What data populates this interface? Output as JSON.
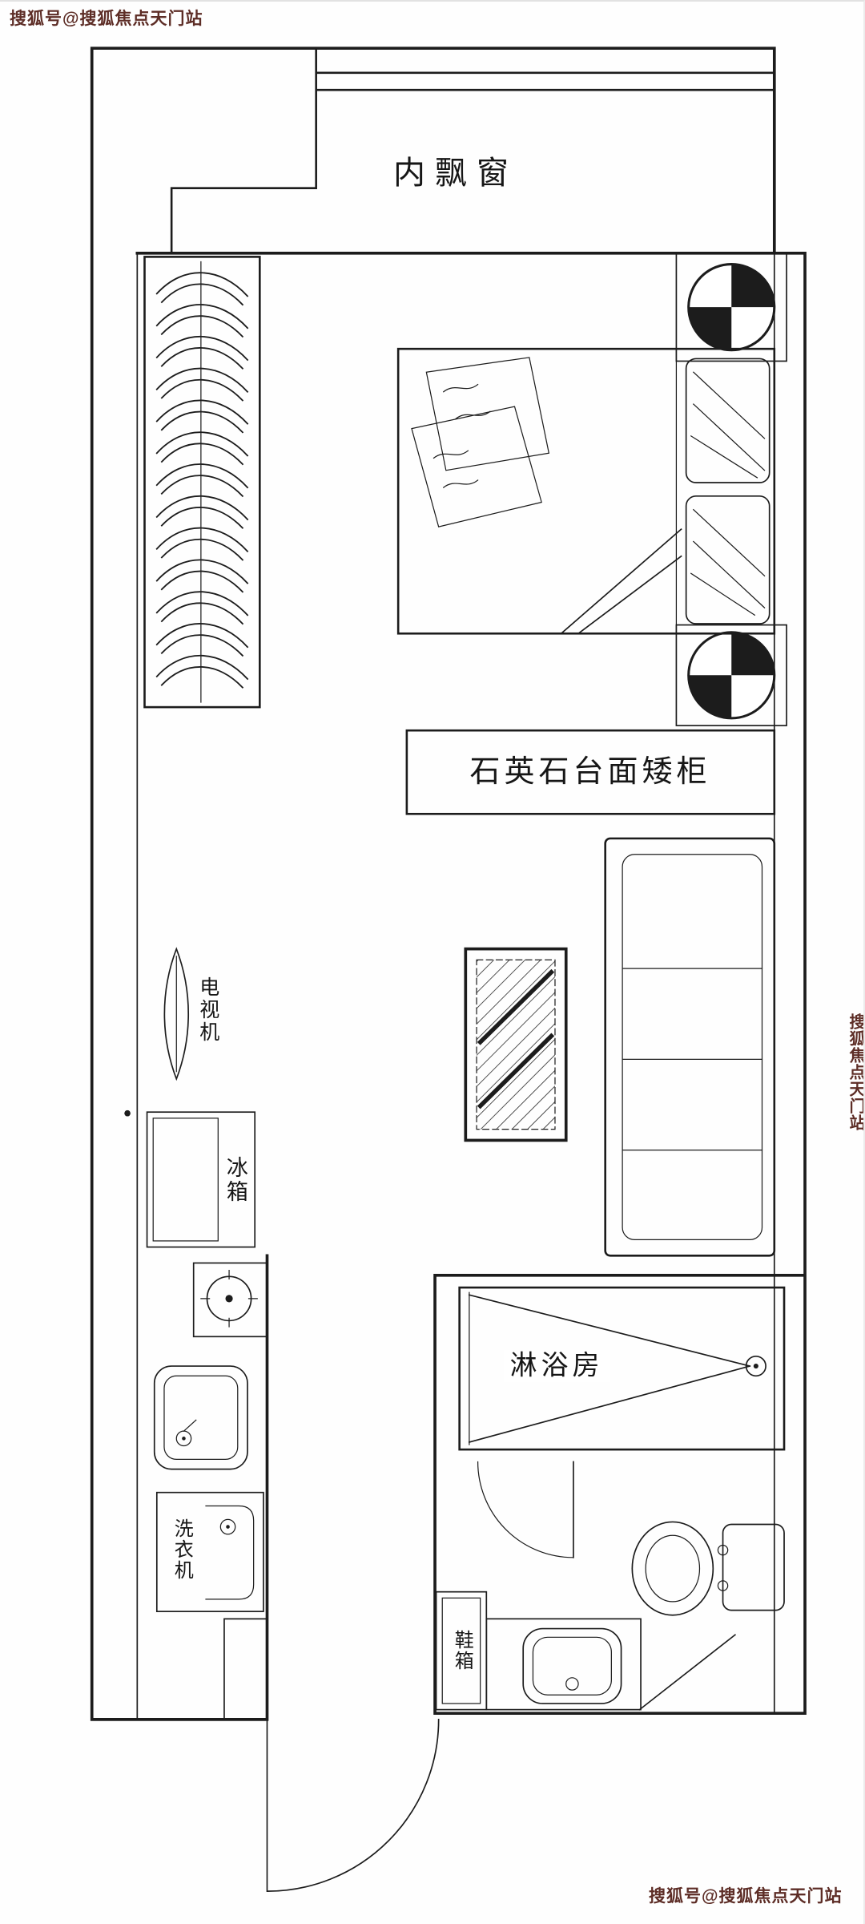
{
  "watermarks": {
    "top_left": "搜狐号@搜狐焦点天门站",
    "right_edge": "搜狐焦点天门站",
    "bottom_right": "搜狐号@搜狐焦点天门站",
    "color": "#5d2d26"
  },
  "floorplan": {
    "labels": {
      "bay_window": "内飘窗",
      "counter_cabinet": "石英石台面矮柜",
      "shower_room": "淋浴房",
      "tv": "电视机",
      "fridge": "冰箱",
      "washing_machine": "洗衣机",
      "shoe_cabinet": "鞋箱"
    },
    "line_color": "#1c1c1c",
    "background": "#fefefe"
  }
}
